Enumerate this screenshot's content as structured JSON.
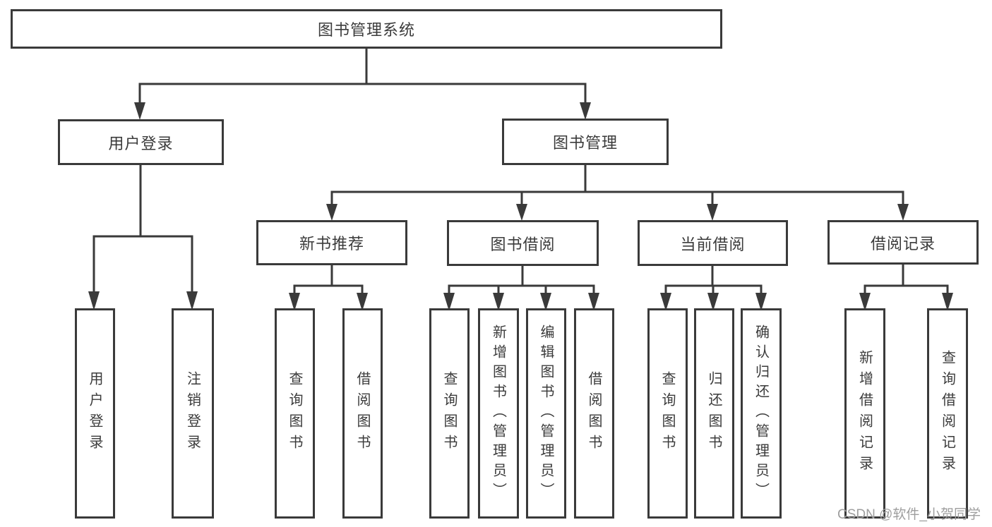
{
  "nodes": {
    "root": {
      "label": "图书管理系统"
    },
    "user_login": {
      "label": "用户登录"
    },
    "book_mgmt": {
      "label": "图书管理"
    },
    "new_book_rec": {
      "label": "新书推荐"
    },
    "book_borrow": {
      "label": "图书借阅"
    },
    "current_borrow": {
      "label": "当前借阅"
    },
    "borrow_records": {
      "label": "借阅记录"
    },
    "leaf_user_login": {
      "label": "用户登录"
    },
    "leaf_logout": {
      "label": "注销登录"
    },
    "leaf_query_book_rec": {
      "label": "查询图书"
    },
    "leaf_borrow_book_rec": {
      "label": "借阅图书"
    },
    "leaf_query_book_borrow": {
      "label": "查询图书"
    },
    "leaf_add_book_admin": {
      "label": "新增图书（管理员）"
    },
    "leaf_edit_book_admin": {
      "label": "编辑图书（管理员）"
    },
    "leaf_borrow_book_borrow": {
      "label": "借阅图书"
    },
    "leaf_query_book_current": {
      "label": "查询图书"
    },
    "leaf_return_book": {
      "label": "归还图书"
    },
    "leaf_confirm_return_admin": {
      "label": "确认归还（管理员）"
    },
    "leaf_add_borrow_record": {
      "label": "新增借阅记录"
    },
    "leaf_query_borrow_record": {
      "label": "查询借阅记录"
    }
  },
  "watermark": {
    "text": "CSDN @软件_小贺同学"
  },
  "colors": {
    "line": "#3a3a3a",
    "text": "#3b3b3b",
    "watermark": "#9e9e9e",
    "background": "#ffffff"
  }
}
